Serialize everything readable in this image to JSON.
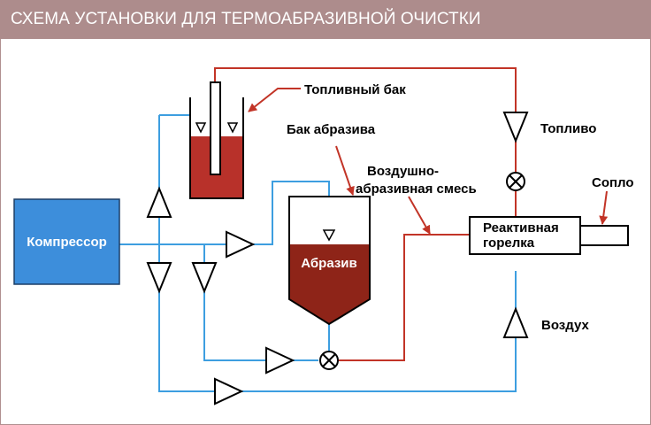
{
  "header": {
    "title": "СХЕМА УСТАНОВКИ ДЛЯ ТЕРМОАБРАЗИВНОЙ ОЧИСТКИ"
  },
  "labels": {
    "compressor": "Компрессор",
    "fuel_tank": "Топливный бак",
    "abrasive_tank": "Бак абразива",
    "abrasive": "Абразив",
    "air_abrasive_mix_line1": "Воздушно-",
    "air_abrasive_mix_line2": "абразивная смесь",
    "fuel": "Топливо",
    "nozzle": "Сопло",
    "burner_line1": "Реактивная",
    "burner_line2": "горелка",
    "air": "Воздух"
  },
  "colors": {
    "header_bg": "#ad8c8c",
    "air_line": "#3d9ee0",
    "fuel_line": "#c23427",
    "compressor_fill": "#3d8edb",
    "fuel_liquid": "#b8312a",
    "abrasive_fill": "#8e2418"
  }
}
